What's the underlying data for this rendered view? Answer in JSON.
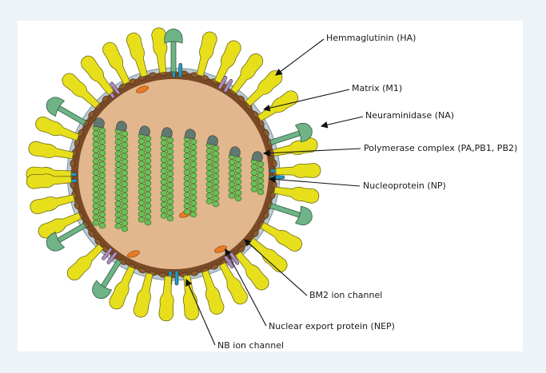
{
  "colors": {
    "page_background": "#eef3f8",
    "panel_background": "#ffffff",
    "hemagglutinin": "#e7df1c",
    "neuraminidase": "#6fb387",
    "matrix": "#7a4a26",
    "envelope": "#b9ccd6",
    "core": "#e2b78e",
    "nucleoprotein": "#6dbf56",
    "polymerase": "#627972",
    "bm2_channel": "#b28cc4",
    "nb_channel": "#1e9bc4",
    "nep": "#e97b24"
  },
  "labels": {
    "ha": "Hemmaglutinin (HA)",
    "m1": "Matrix (M1)",
    "na": "Neuraminidase (NA)",
    "pol": "Polymerase complex (PA,PB1, PB2)",
    "np": "Nucleoprotein (NP)",
    "bm2": "BM2 ion channel",
    "nep": "Nuclear export protein (NEP)",
    "nb": "NB ion channel"
  }
}
